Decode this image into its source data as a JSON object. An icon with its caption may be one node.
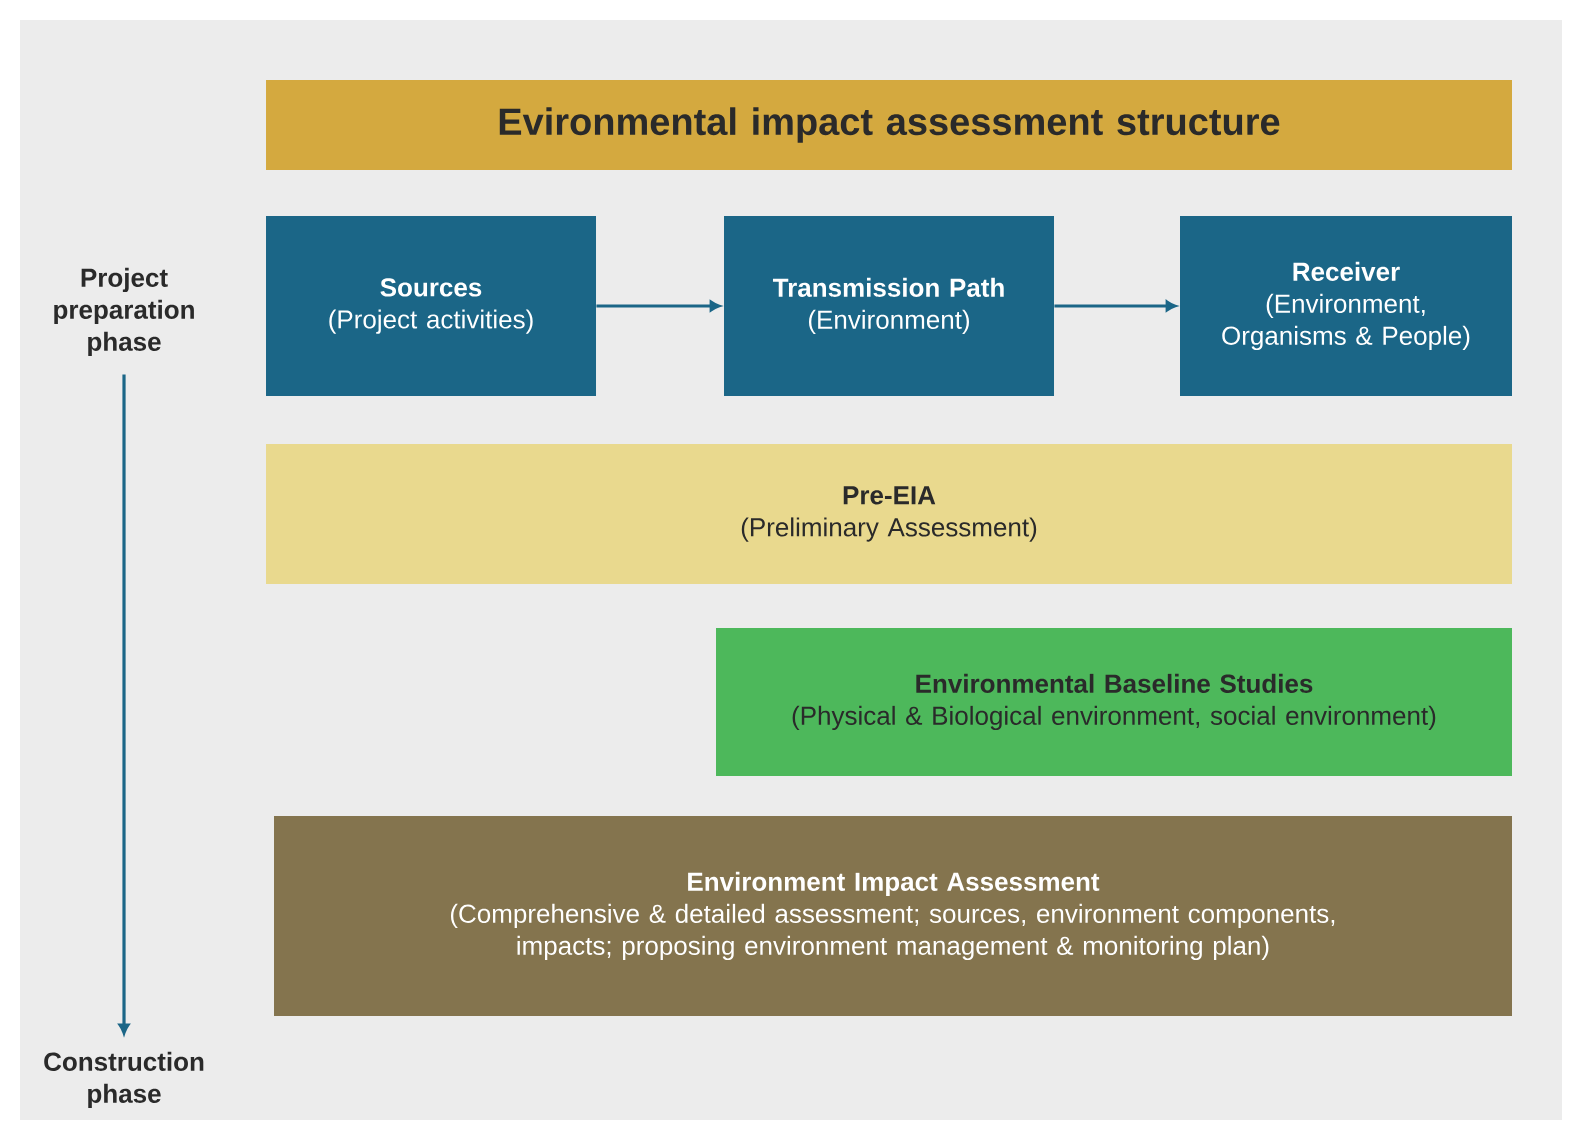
{
  "diagram": {
    "nodes": [
      {
        "text": [
          "Evironmental impact assessment structure"
        ]
      },
      {
        "text": [
          "Project preparation phase"
        ]
      },
      {
        "text": [
          "Sources",
          "(Project activities)"
        ]
      },
      {
        "text": [
          "Transmission Path",
          "(Environment)"
        ]
      },
      {
        "text": [
          "Receiver",
          "(Environment, Organisms & People)"
        ]
      },
      {
        "text": [
          "Pre-EIA",
          "(Preliminary Assessment)"
        ]
      },
      {
        "text": [
          "Environmental Baseline Studies",
          "(Physical & Biological environment, social environment)"
        ]
      },
      {
        "text": [
          "Environment Impact Assessment",
          "(Comprehensive & detailed assessment; sources, environment components, impacts; proposing environment management & monitoring plan)"
        ]
      },
      {
        "text": [
          "Construction phase"
        ]
      }
    ],
    "edges": [
      {
        "from": 2,
        "to": 3,
        "arrow": "to"
      },
      {
        "from": 3,
        "to": 4,
        "arrow": "to"
      },
      {
        "from": 1,
        "to": 8,
        "arrow": "to"
      }
    ]
  }
}
